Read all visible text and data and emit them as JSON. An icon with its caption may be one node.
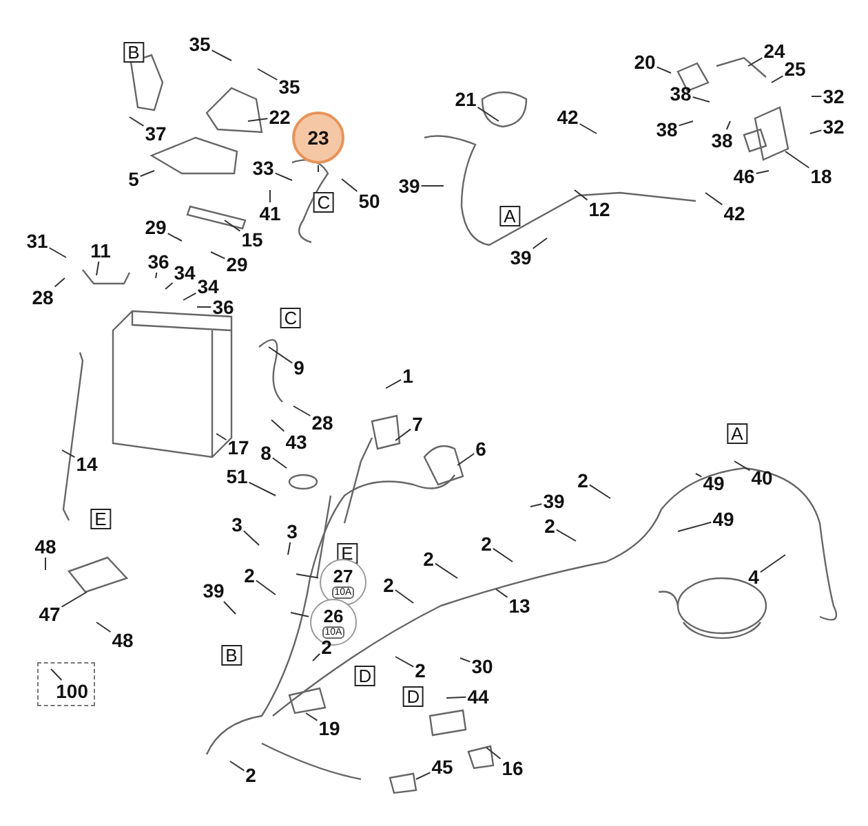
{
  "diagram": {
    "nodes": [
      {
        "text": [
          "B"
        ]
      },
      {
        "text": [
          "35"
        ]
      },
      {
        "text": [
          "35"
        ]
      },
      {
        "text": [
          "37"
        ]
      },
      {
        "text": [
          "22"
        ]
      },
      {
        "text": [
          "23"
        ]
      },
      {
        "text": [
          "5"
        ]
      },
      {
        "text": [
          "33"
        ]
      },
      {
        "text": [
          "41"
        ]
      },
      {
        "text": [
          "C"
        ]
      },
      {
        "text": [
          "50"
        ]
      },
      {
        "text": [
          "29"
        ]
      },
      {
        "text": [
          "15"
        ]
      },
      {
        "text": [
          "29"
        ]
      },
      {
        "text": [
          "31"
        ]
      },
      {
        "text": [
          "11"
        ]
      },
      {
        "text": [
          "28"
        ]
      },
      {
        "text": [
          "36"
        ]
      },
      {
        "text": [
          "34"
        ]
      },
      {
        "text": [
          "34"
        ]
      },
      {
        "text": [
          "36"
        ]
      },
      {
        "text": [
          "C"
        ]
      },
      {
        "text": [
          "21"
        ]
      },
      {
        "text": [
          "42"
        ]
      },
      {
        "text": [
          "39"
        ]
      },
      {
        "text": [
          "A"
        ]
      },
      {
        "text": [
          "12"
        ]
      },
      {
        "text": [
          "39"
        ]
      },
      {
        "text": [
          "42"
        ]
      },
      {
        "text": [
          "20"
        ]
      },
      {
        "text": [
          "24"
        ]
      },
      {
        "text": [
          "25"
        ]
      },
      {
        "text": [
          "38"
        ]
      },
      {
        "text": [
          "38"
        ]
      },
      {
        "text": [
          "38"
        ]
      },
      {
        "text": [
          "32"
        ]
      },
      {
        "text": [
          "32"
        ]
      },
      {
        "text": [
          "46"
        ]
      },
      {
        "text": [
          "18"
        ]
      },
      {
        "text": [
          "9"
        ]
      },
      {
        "text": [
          "28"
        ]
      },
      {
        "text": [
          "43"
        ]
      },
      {
        "text": [
          "17"
        ]
      },
      {
        "text": [
          "14"
        ]
      },
      {
        "text": [
          "1"
        ]
      },
      {
        "text": [
          "7"
        ]
      },
      {
        "text": [
          "8"
        ]
      },
      {
        "text": [
          "51"
        ]
      },
      {
        "text": [
          "3"
        ]
      },
      {
        "text": [
          "3"
        ]
      },
      {
        "text": [
          "E"
        ]
      },
      {
        "text": [
          "E"
        ]
      },
      {
        "text": [
          "48"
        ]
      },
      {
        "text": [
          "6"
        ]
      },
      {
        "text": [
          "2"
        ]
      },
      {
        "text": [
          "39"
        ]
      },
      {
        "text": [
          "2"
        ]
      },
      {
        "text": [
          "2"
        ]
      },
      {
        "text": [
          "2"
        ]
      },
      {
        "text": [
          "13"
        ]
      },
      {
        "text": [
          "A"
        ]
      },
      {
        "text": [
          "40"
        ]
      },
      {
        "text": [
          "49"
        ]
      },
      {
        "text": [
          "49"
        ]
      },
      {
        "text": [
          "4"
        ]
      },
      {
        "text": [
          "47"
        ]
      },
      {
        "text": [
          "48"
        ]
      },
      {
        "text": [
          "100"
        ]
      },
      {
        "text": [
          "2"
        ]
      },
      {
        "text": [
          "39"
        ]
      },
      {
        "text": [
          "27",
          "10A"
        ]
      },
      {
        "text": [
          "26",
          "10A"
        ]
      },
      {
        "text": [
          "2"
        ]
      },
      {
        "text": [
          "2"
        ]
      },
      {
        "text": [
          "B"
        ]
      },
      {
        "text": [
          "D"
        ]
      },
      {
        "text": [
          "2"
        ]
      },
      {
        "text": [
          "D"
        ]
      },
      {
        "text": [
          "19"
        ]
      },
      {
        "text": [
          "2"
        ]
      },
      {
        "text": [
          "45"
        ]
      },
      {
        "text": [
          "30"
        ]
      },
      {
        "text": [
          "44"
        ]
      },
      {
        "text": [
          "16"
        ]
      }
    ],
    "edges": [
      {
        "from": 1,
        "to": null,
        "arrow": "none"
      },
      {
        "from": 2,
        "to": null,
        "arrow": "none"
      },
      {
        "from": 3,
        "to": null,
        "arrow": "none"
      },
      {
        "from": 4,
        "to": null,
        "arrow": "none"
      },
      {
        "from": 5,
        "to": null,
        "arrow": "none"
      },
      {
        "from": 6,
        "to": null,
        "arrow": "none"
      },
      {
        "from": 7,
        "to": null,
        "arrow": "none"
      },
      {
        "from": 8,
        "to": null,
        "arrow": "none"
      },
      {
        "from": 10,
        "to": null,
        "arrow": "none"
      },
      {
        "from": 11,
        "to": null,
        "arrow": "none"
      },
      {
        "from": 12,
        "to": null,
        "arrow": "none"
      },
      {
        "from": 13,
        "to": null,
        "arrow": "none"
      },
      {
        "from": 14,
        "to": null,
        "arrow": "none"
      },
      {
        "from": 15,
        "to": null,
        "arrow": "none"
      },
      {
        "from": 16,
        "to": null,
        "arrow": "none"
      },
      {
        "from": 17,
        "to": null,
        "arrow": "none"
      },
      {
        "from": 18,
        "to": null,
        "arrow": "none"
      },
      {
        "from": 19,
        "to": null,
        "arrow": "none"
      },
      {
        "from": 20,
        "to": null,
        "arrow": "none"
      },
      {
        "from": 22,
        "to": null,
        "arrow": "none"
      },
      {
        "from": 23,
        "to": null,
        "arrow": "none"
      },
      {
        "from": 24,
        "to": null,
        "arrow": "none"
      },
      {
        "from": 26,
        "to": null,
        "arrow": "none"
      },
      {
        "from": 27,
        "to": null,
        "arrow": "none"
      },
      {
        "from": 28,
        "to": null,
        "arrow": "none"
      },
      {
        "from": 29,
        "to": null,
        "arrow": "none"
      },
      {
        "from": 30,
        "to": null,
        "arrow": "none"
      },
      {
        "from": 31,
        "to": null,
        "arrow": "none"
      },
      {
        "from": 32,
        "to": null,
        "arrow": "none"
      },
      {
        "from": 33,
        "to": null,
        "arrow": "none"
      },
      {
        "from": 34,
        "to": null,
        "arrow": "none"
      },
      {
        "from": 35,
        "to": null,
        "arrow": "none"
      },
      {
        "from": 36,
        "to": null,
        "arrow": "none"
      },
      {
        "from": 37,
        "to": null,
        "arrow": "none"
      },
      {
        "from": 38,
        "to": null,
        "arrow": "none"
      },
      {
        "from": 39,
        "to": null,
        "arrow": "none"
      },
      {
        "from": 40,
        "to": null,
        "arrow": "none"
      },
      {
        "from": 41,
        "to": null,
        "arrow": "none"
      },
      {
        "from": 42,
        "to": null,
        "arrow": "none"
      },
      {
        "from": 43,
        "to": null,
        "arrow": "none"
      },
      {
        "from": 44,
        "to": null,
        "arrow": "none"
      },
      {
        "from": 45,
        "to": null,
        "arrow": "none"
      },
      {
        "from": 46,
        "to": null,
        "arrow": "none"
      },
      {
        "from": 47,
        "to": null,
        "arrow": "none"
      },
      {
        "from": 48,
        "to": null,
        "arrow": "none"
      },
      {
        "from": 49,
        "to": null,
        "arrow": "none"
      },
      {
        "from": 52,
        "to": null,
        "arrow": "none"
      },
      {
        "from": 53,
        "to": null,
        "arrow": "none"
      },
      {
        "from": 54,
        "to": null,
        "arrow": "none"
      },
      {
        "from": 55,
        "to": null,
        "arrow": "none"
      },
      {
        "from": 56,
        "to": null,
        "arrow": "none"
      },
      {
        "from": 57,
        "to": null,
        "arrow": "none"
      },
      {
        "from": 58,
        "to": null,
        "arrow": "none"
      },
      {
        "from": 59,
        "to": null,
        "arrow": "none"
      },
      {
        "from": 61,
        "to": null,
        "arrow": "none"
      },
      {
        "from": 62,
        "to": null,
        "arrow": "none"
      },
      {
        "from": 63,
        "to": null,
        "arrow": "none"
      },
      {
        "from": 64,
        "to": null,
        "arrow": "none"
      },
      {
        "from": 65,
        "to": null,
        "arrow": "none"
      },
      {
        "from": 66,
        "to": null,
        "arrow": "none"
      },
      {
        "from": 67,
        "to": null,
        "arrow": "none"
      },
      {
        "from": 68,
        "to": null,
        "arrow": "none"
      },
      {
        "from": 69,
        "to": null,
        "arrow": "none"
      },
      {
        "from": 70,
        "to": null,
        "arrow": "none"
      },
      {
        "from": 71,
        "to": null,
        "arrow": "none"
      },
      {
        "from": 72,
        "to": null,
        "arrow": "none"
      },
      {
        "from": 73,
        "to": null,
        "arrow": "none"
      },
      {
        "from": 76,
        "to": null,
        "arrow": "none"
      },
      {
        "from": 78,
        "to": null,
        "arrow": "none"
      },
      {
        "from": 79,
        "to": null,
        "arrow": "none"
      },
      {
        "from": 80,
        "to": null,
        "arrow": "none"
      },
      {
        "from": 81,
        "to": null,
        "arrow": "none"
      },
      {
        "from": 82,
        "to": null,
        "arrow": "none"
      },
      {
        "from": 83,
        "to": null,
        "arrow": "none"
      }
    ]
  }
}
